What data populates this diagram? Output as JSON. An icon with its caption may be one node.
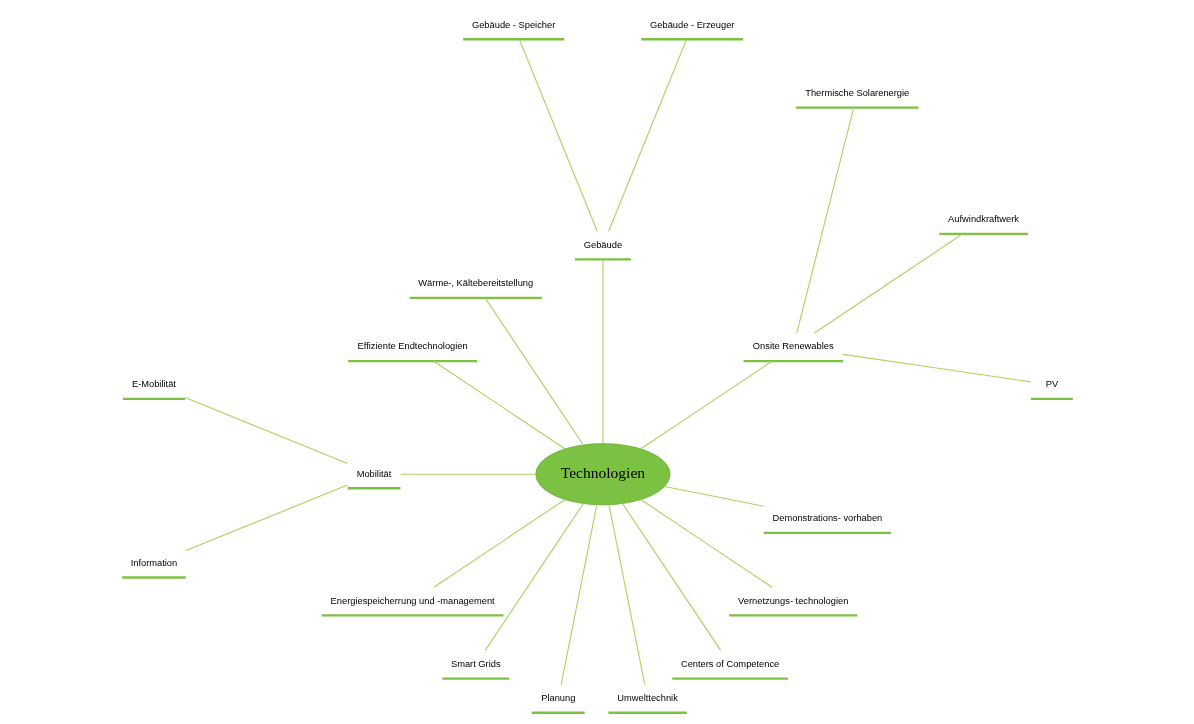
{
  "diagram": {
    "nodes": [
      {
        "text": [
          "Technologien"
        ]
      },
      {
        "text": [
          "Onsite Renewables"
        ]
      },
      {
        "text": [
          "PV"
        ]
      },
      {
        "text": [
          "Aufwindkraftwerk"
        ]
      },
      {
        "text": [
          "Thermische Solarenergie"
        ]
      },
      {
        "text": [
          "Gebäude"
        ]
      },
      {
        "text": [
          "Gebäude - Erzeuger"
        ]
      },
      {
        "text": [
          "Gebäude - Speicher"
        ]
      },
      {
        "text": [
          "Wärme-, Kältebereitstellung"
        ]
      },
      {
        "text": [
          "Effiziente Endtechnologien"
        ]
      },
      {
        "text": [
          "Mobilität"
        ]
      },
      {
        "text": [
          "E-Mobilität"
        ]
      },
      {
        "text": [
          "Information"
        ]
      },
      {
        "text": [
          "Energiespeicherrung und -management"
        ]
      },
      {
        "text": [
          "Smart Grids"
        ]
      },
      {
        "text": [
          "Planung"
        ]
      },
      {
        "text": [
          "Umwelttechnik"
        ]
      },
      {
        "text": [
          "Centers of Competence"
        ]
      },
      {
        "text": [
          "Vernetzungs- technologien"
        ]
      },
      {
        "text": [
          "Demonstrations- vorhaben"
        ]
      }
    ],
    "edges": [
      {
        "from": 0,
        "to": 1,
        "arrow": "none"
      },
      {
        "from": 1,
        "to": 2,
        "arrow": "none"
      },
      {
        "from": 1,
        "to": 3,
        "arrow": "none"
      },
      {
        "from": 1,
        "to": 4,
        "arrow": "none"
      },
      {
        "from": 0,
        "to": 5,
        "arrow": "none"
      },
      {
        "from": 5,
        "to": 6,
        "arrow": "none"
      },
      {
        "from": 5,
        "to": 7,
        "arrow": "none"
      },
      {
        "from": 0,
        "to": 8,
        "arrow": "none"
      },
      {
        "from": 0,
        "to": 9,
        "arrow": "none"
      },
      {
        "from": 0,
        "to": 10,
        "arrow": "none"
      },
      {
        "from": 10,
        "to": 11,
        "arrow": "none"
      },
      {
        "from": 10,
        "to": 12,
        "arrow": "none"
      },
      {
        "from": 0,
        "to": 13,
        "arrow": "none"
      },
      {
        "from": 0,
        "to": 14,
        "arrow": "none"
      },
      {
        "from": 0,
        "to": 15,
        "arrow": "none"
      },
      {
        "from": 0,
        "to": 16,
        "arrow": "none"
      },
      {
        "from": 0,
        "to": 17,
        "arrow": "none"
      },
      {
        "from": 0,
        "to": 18,
        "arrow": "none"
      },
      {
        "from": 0,
        "to": 19,
        "arrow": "none"
      }
    ]
  }
}
